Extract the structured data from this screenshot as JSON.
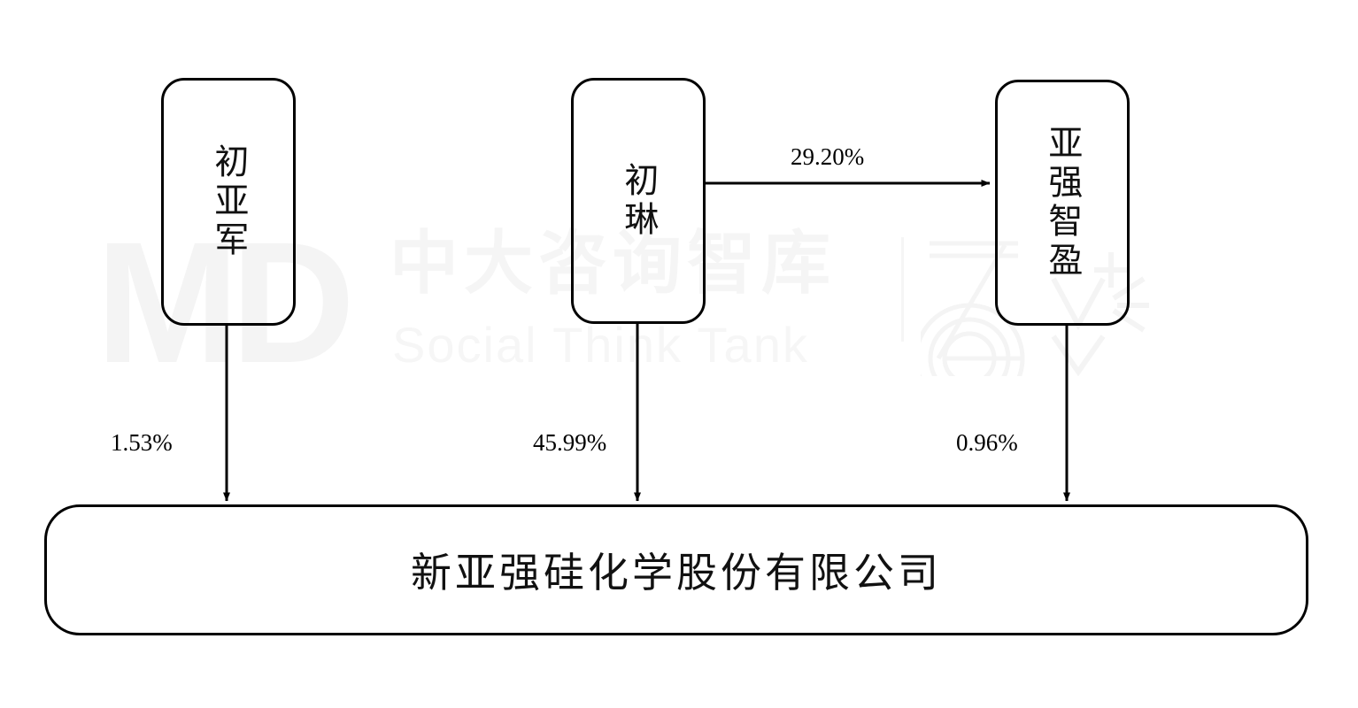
{
  "diagram": {
    "type": "ownership-structure-chart",
    "nodes": [
      {
        "id": "chu-yajun",
        "label": "初亚军",
        "orientation": "vertical",
        "shape": "rounded-rect"
      },
      {
        "id": "chu-lin",
        "label": "初琳",
        "orientation": "vertical",
        "shape": "rounded-rect"
      },
      {
        "id": "yaqiang-zhiying",
        "label": "亚强智盈",
        "orientation": "vertical",
        "shape": "rounded-rect"
      },
      {
        "id": "company",
        "label": "新亚强硅化学股份有限公司",
        "orientation": "horizontal",
        "shape": "rounded-rect"
      }
    ],
    "edges": [
      {
        "id": "edge-chu-lin-to-yaqiang",
        "from": "chu-lin",
        "to": "yaqiang-zhiying",
        "label": "29.20%",
        "direction": "right"
      },
      {
        "id": "edge-chu-yajun-to-company",
        "from": "chu-yajun",
        "to": "company",
        "label": "1.53%",
        "direction": "down"
      },
      {
        "id": "edge-chu-lin-to-company",
        "from": "chu-lin",
        "to": "company",
        "label": "45.99%",
        "direction": "down"
      },
      {
        "id": "edge-yaqiang-to-company",
        "from": "yaqiang-zhiying",
        "to": "company",
        "label": "0.96%",
        "direction": "down"
      }
    ],
    "colors": {
      "stroke": "#000000",
      "text": "#111111",
      "background": "#ffffff",
      "watermark": "#f5f5f5"
    }
  },
  "watermark": {
    "logo_text": "MD",
    "chinese": "中大咨询智库",
    "english": "Social Think Tank"
  }
}
